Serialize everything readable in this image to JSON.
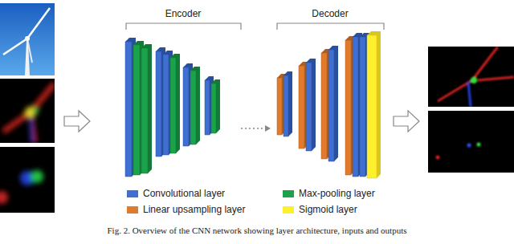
{
  "diagram": {
    "caption": "Fig. 2.   Overview of the CNN network showing layer architecture, inputs and outputs",
    "labels": [
      "Encoder",
      "Decoder"
    ],
    "legend": [
      {
        "text": "Convolutional layer",
        "color": "#3f6fd1"
      },
      {
        "text": "Max-pooling layer",
        "color": "#1aa34a"
      },
      {
        "text": "Linear upsampling layer",
        "color": "#e07b2c"
      },
      {
        "text": "Sigmoid layer",
        "color": "#fff02e"
      }
    ]
  }
}
